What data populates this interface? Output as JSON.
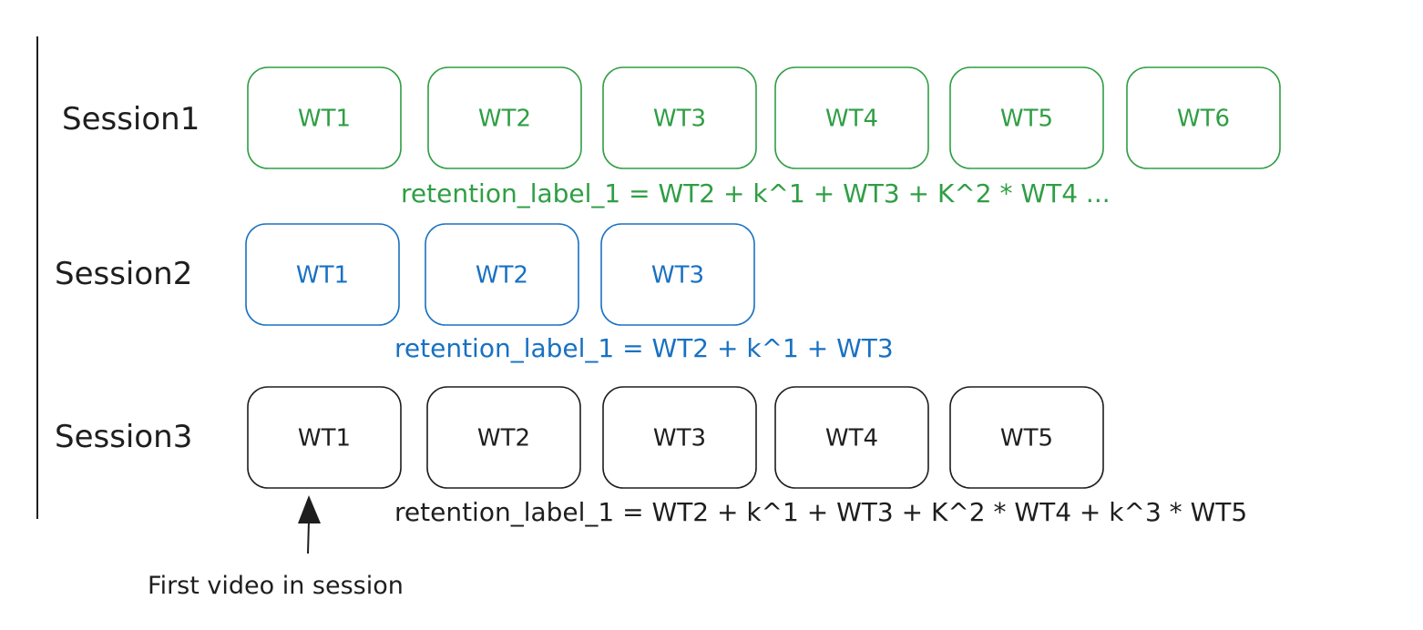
{
  "colors": {
    "session1": "#2f9e44",
    "session2": "#1971c2",
    "session3": "#1e1e1e",
    "background": "#ffffff"
  },
  "sessions": [
    {
      "label": "Session1",
      "color_key": "session1",
      "boxes": [
        "WT1",
        "WT2",
        "WT3",
        "WT4",
        "WT5",
        "WT6"
      ],
      "formula": "retention_label_1 = WT2 + k^1 + WT3 + K^2 * WT4 ..."
    },
    {
      "label": "Session2",
      "color_key": "session2",
      "boxes": [
        "WT1",
        "WT2",
        "WT3"
      ],
      "formula": "retention_label_1 = WT2 + k^1 + WT3"
    },
    {
      "label": "Session3",
      "color_key": "session3",
      "boxes": [
        "WT1",
        "WT2",
        "WT3",
        "WT4",
        "WT5"
      ],
      "formula": "retention_label_1 = WT2 + k^1 + WT3 + K^2 * WT4 + k^3 * WT5"
    }
  ],
  "annotation": {
    "text": "First video in session"
  }
}
